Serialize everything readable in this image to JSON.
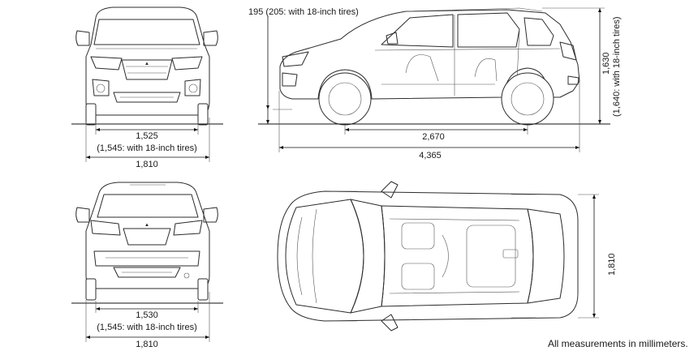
{
  "dimensions": {
    "front_track": "1,525",
    "front_track_18": "(1,545: with 18-inch tires)",
    "front_width": "1,810",
    "ground_clearance": "195 (205: with 18-inch tires)",
    "wheelbase": "2,670",
    "overall_length": "4,365",
    "overall_height": "1,630",
    "overall_height_18": "(1,640: with 18-inch tires)",
    "rear_track": "1,530",
    "rear_track_18": "(1,545: with 18-inch tires)",
    "rear_width": "1,810",
    "top_width": "1,810"
  },
  "note": "All measurements in millimeters."
}
